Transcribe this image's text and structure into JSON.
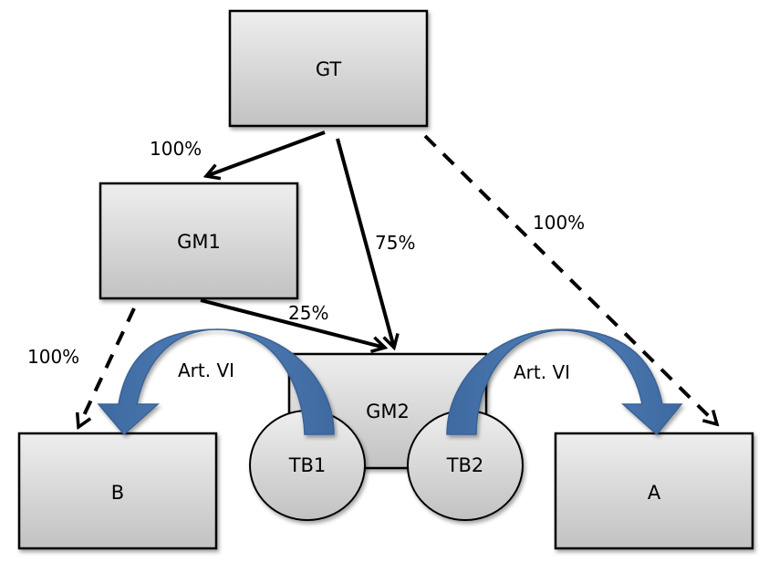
{
  "diagram": {
    "nodes": {
      "gt": {
        "label": "GT",
        "shape": "rectangle"
      },
      "gm1": {
        "label": "GM1",
        "shape": "rectangle"
      },
      "gm2": {
        "label": "GM2",
        "shape": "rectangle"
      },
      "b": {
        "label": "B",
        "shape": "rectangle"
      },
      "a": {
        "label": "A",
        "shape": "rectangle"
      },
      "tb1": {
        "label": "TB1",
        "shape": "ellipse"
      },
      "tb2": {
        "label": "TB2",
        "shape": "ellipse"
      }
    },
    "edges": [
      {
        "id": "gt-gm1",
        "from": "GT",
        "to": "GM1",
        "label": "100%",
        "style": "solid"
      },
      {
        "id": "gt-gm2",
        "from": "GT",
        "to": "GM2",
        "label": "75%",
        "style": "solid"
      },
      {
        "id": "gm1-gm2",
        "from": "GM1",
        "to": "GM2",
        "label": "25%",
        "style": "solid"
      },
      {
        "id": "gt-a",
        "from": "GT",
        "to": "A",
        "label": "100%",
        "style": "dashed"
      },
      {
        "id": "gm1-b",
        "from": "GM1",
        "to": "B",
        "label": "100%",
        "style": "dashed"
      },
      {
        "id": "tb1-b",
        "from": "TB1",
        "to": "B",
        "label": "Art. VI",
        "style": "curved-block"
      },
      {
        "id": "tb2-a",
        "from": "TB2",
        "to": "A",
        "label": "Art. VI",
        "style": "curved-block"
      }
    ],
    "colors": {
      "box_fill_top": "#eeeeee",
      "box_fill_bottom": "#c2c2c2",
      "stroke": "#000000",
      "curved_arrow": "#4a78b0",
      "curved_arrow_dark": "#3c6496"
    }
  }
}
